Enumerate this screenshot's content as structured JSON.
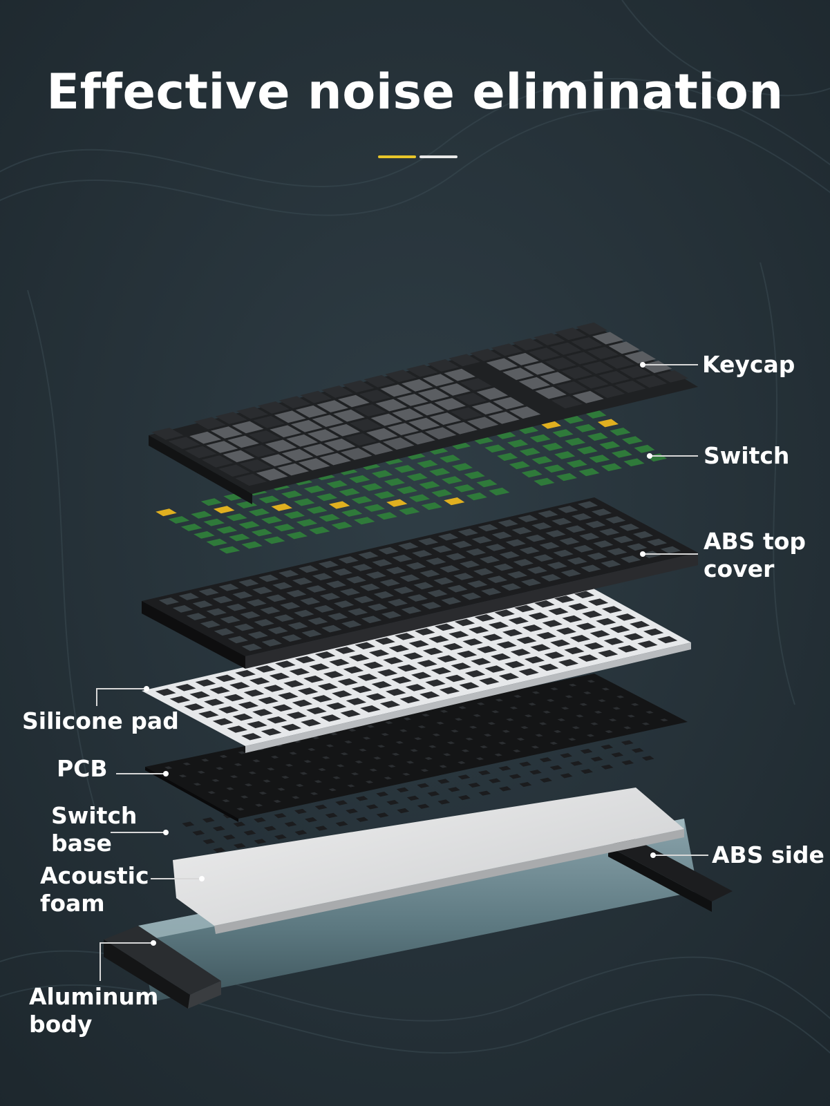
{
  "title": "Effective noise elimination",
  "accent_colors": [
    "#e8c52a",
    "#e8e8e8"
  ],
  "colors": {
    "background": "#26323a",
    "keycap_dark": "#2b2d30",
    "keycap_grey": "#5b5e62",
    "switch_green": "#2f7a3a",
    "switch_yellow": "#e0b020",
    "plate_black": "#1a1b1d",
    "silicone_white": "#e6e8ea",
    "foam_white": "#dcdddf",
    "aluminum": "#6f8a93"
  },
  "layers": [
    {
      "id": "keycap",
      "label": "Keycap"
    },
    {
      "id": "switch",
      "label": "Switch"
    },
    {
      "id": "abs-top-cover",
      "label": "ABS top\ncover"
    },
    {
      "id": "silicone-pad",
      "label": "Silicone pad"
    },
    {
      "id": "pcb",
      "label": "PCB"
    },
    {
      "id": "switch-base",
      "label": "Switch\nbase"
    },
    {
      "id": "acoustic-foam",
      "label": "Acoustic\nfoam"
    },
    {
      "id": "abs-side",
      "label": "ABS side"
    },
    {
      "id": "aluminum-body",
      "label": "Aluminum\nbody"
    }
  ]
}
